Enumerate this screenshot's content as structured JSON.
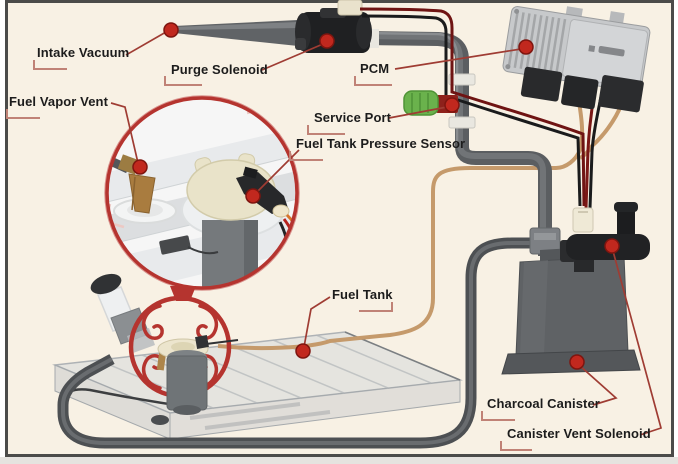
{
  "diagram": {
    "type": "automotive-evap-system-diagram",
    "labels": {
      "intake_vacuum": "Intake Vacuum",
      "purge_solenoid": "Purge Solenoid",
      "pcm": "PCM",
      "fuel_vapor_vent": "Fuel Vapor Vent",
      "service_port": "Service Port",
      "fuel_tank_pressure_sensor": "Fuel Tank Pressure Sensor",
      "fuel_tank": "Fuel Tank",
      "charcoal_canister": "Charcoal Canister",
      "canister_vent_solenoid": "Canister Vent Solenoid"
    },
    "colors": {
      "background": "#f8f1e4",
      "frame_border": "#4b4b49",
      "callout_dot_red": "#c1281e",
      "leader_line_red": "#9f3c33",
      "bracket_red": "#c08276",
      "label_text": "#1c1c1c",
      "tube_gray": "#5b5e61",
      "hose_dark_gray": "#4d5053",
      "tan_vapor_line": "#c59a6b",
      "wire_dark_red": "#6f1413",
      "wire_black": "#1a1b1c",
      "service_port_green": "#6ab24c",
      "canister_gray": "#5f6265",
      "pcm_silver": "#c7c9cb",
      "magnifier_ring_red": "#b5342f",
      "pump_flange_cream": "#e9e3c9",
      "vent_funnel_brown": "#a97c3f"
    }
  }
}
